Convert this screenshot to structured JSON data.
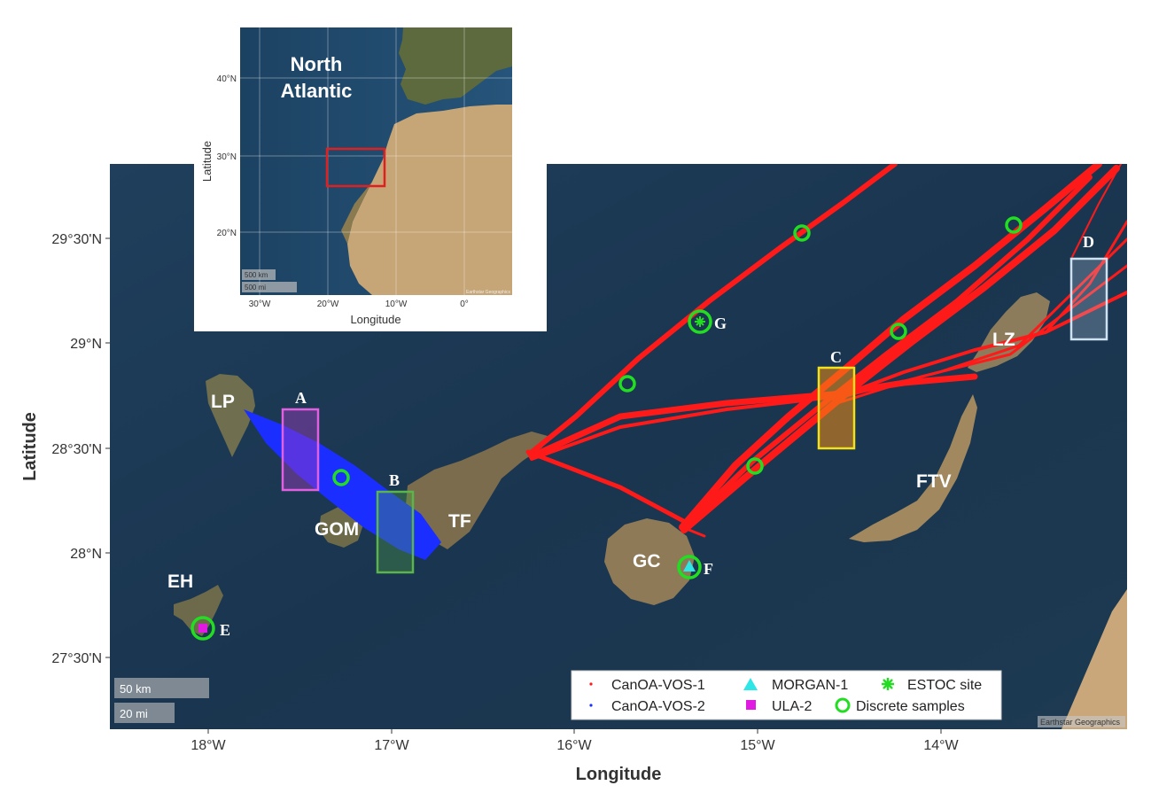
{
  "main_map": {
    "xlabel": "Longitude",
    "ylabel": "Latitude",
    "x_ticks": [
      "18°W",
      "17°W",
      "16°W",
      "15°W",
      "14°W"
    ],
    "y_ticks": [
      "29°30'N",
      "29°N",
      "28°30'N",
      "28°N",
      "27°30'N"
    ],
    "islands": [
      "LP",
      "GOM",
      "TF",
      "GC",
      "EH",
      "LZ",
      "FTV"
    ],
    "boxes": [
      "A",
      "B",
      "C",
      "D"
    ],
    "box_colors": {
      "A": "#e060e0",
      "B": "#5ab54a",
      "C": "#f3e21a",
      "D": "#cfe2f2"
    },
    "stations": [
      "E",
      "F",
      "G"
    ],
    "scale_km": "50 km",
    "scale_mi": "20 mi",
    "attribution": "Earthstar Geographics"
  },
  "legend": {
    "vos1": "CanOA-VOS-1",
    "vos2": "CanOA-VOS-2",
    "morgan": "MORGAN-1",
    "ula": "ULA-2",
    "estoc": "ESTOC site",
    "discrete": "Discrete samples"
  },
  "inset": {
    "title_line1": "North",
    "title_line2": "Atlantic",
    "y_ticks": [
      "40°N",
      "30°N",
      "20°N"
    ],
    "x_ticks": [
      "30°W",
      "20°W",
      "10°W",
      "0°"
    ],
    "xlabel": "Longitude",
    "ylabel": "Latitude",
    "scale_km": "500 km",
    "scale_mi": "500 mi",
    "attribution": "Earthstar Geographics"
  },
  "colors": {
    "ocean": "#1c3a55",
    "land": "#8a7a5a",
    "vos1_tracks": "#ff1a1a",
    "vos2_tracks": "#1a2fff",
    "discrete": "#22dd22",
    "morgan": "#2ee6e6",
    "ula": "#e01ae0"
  }
}
